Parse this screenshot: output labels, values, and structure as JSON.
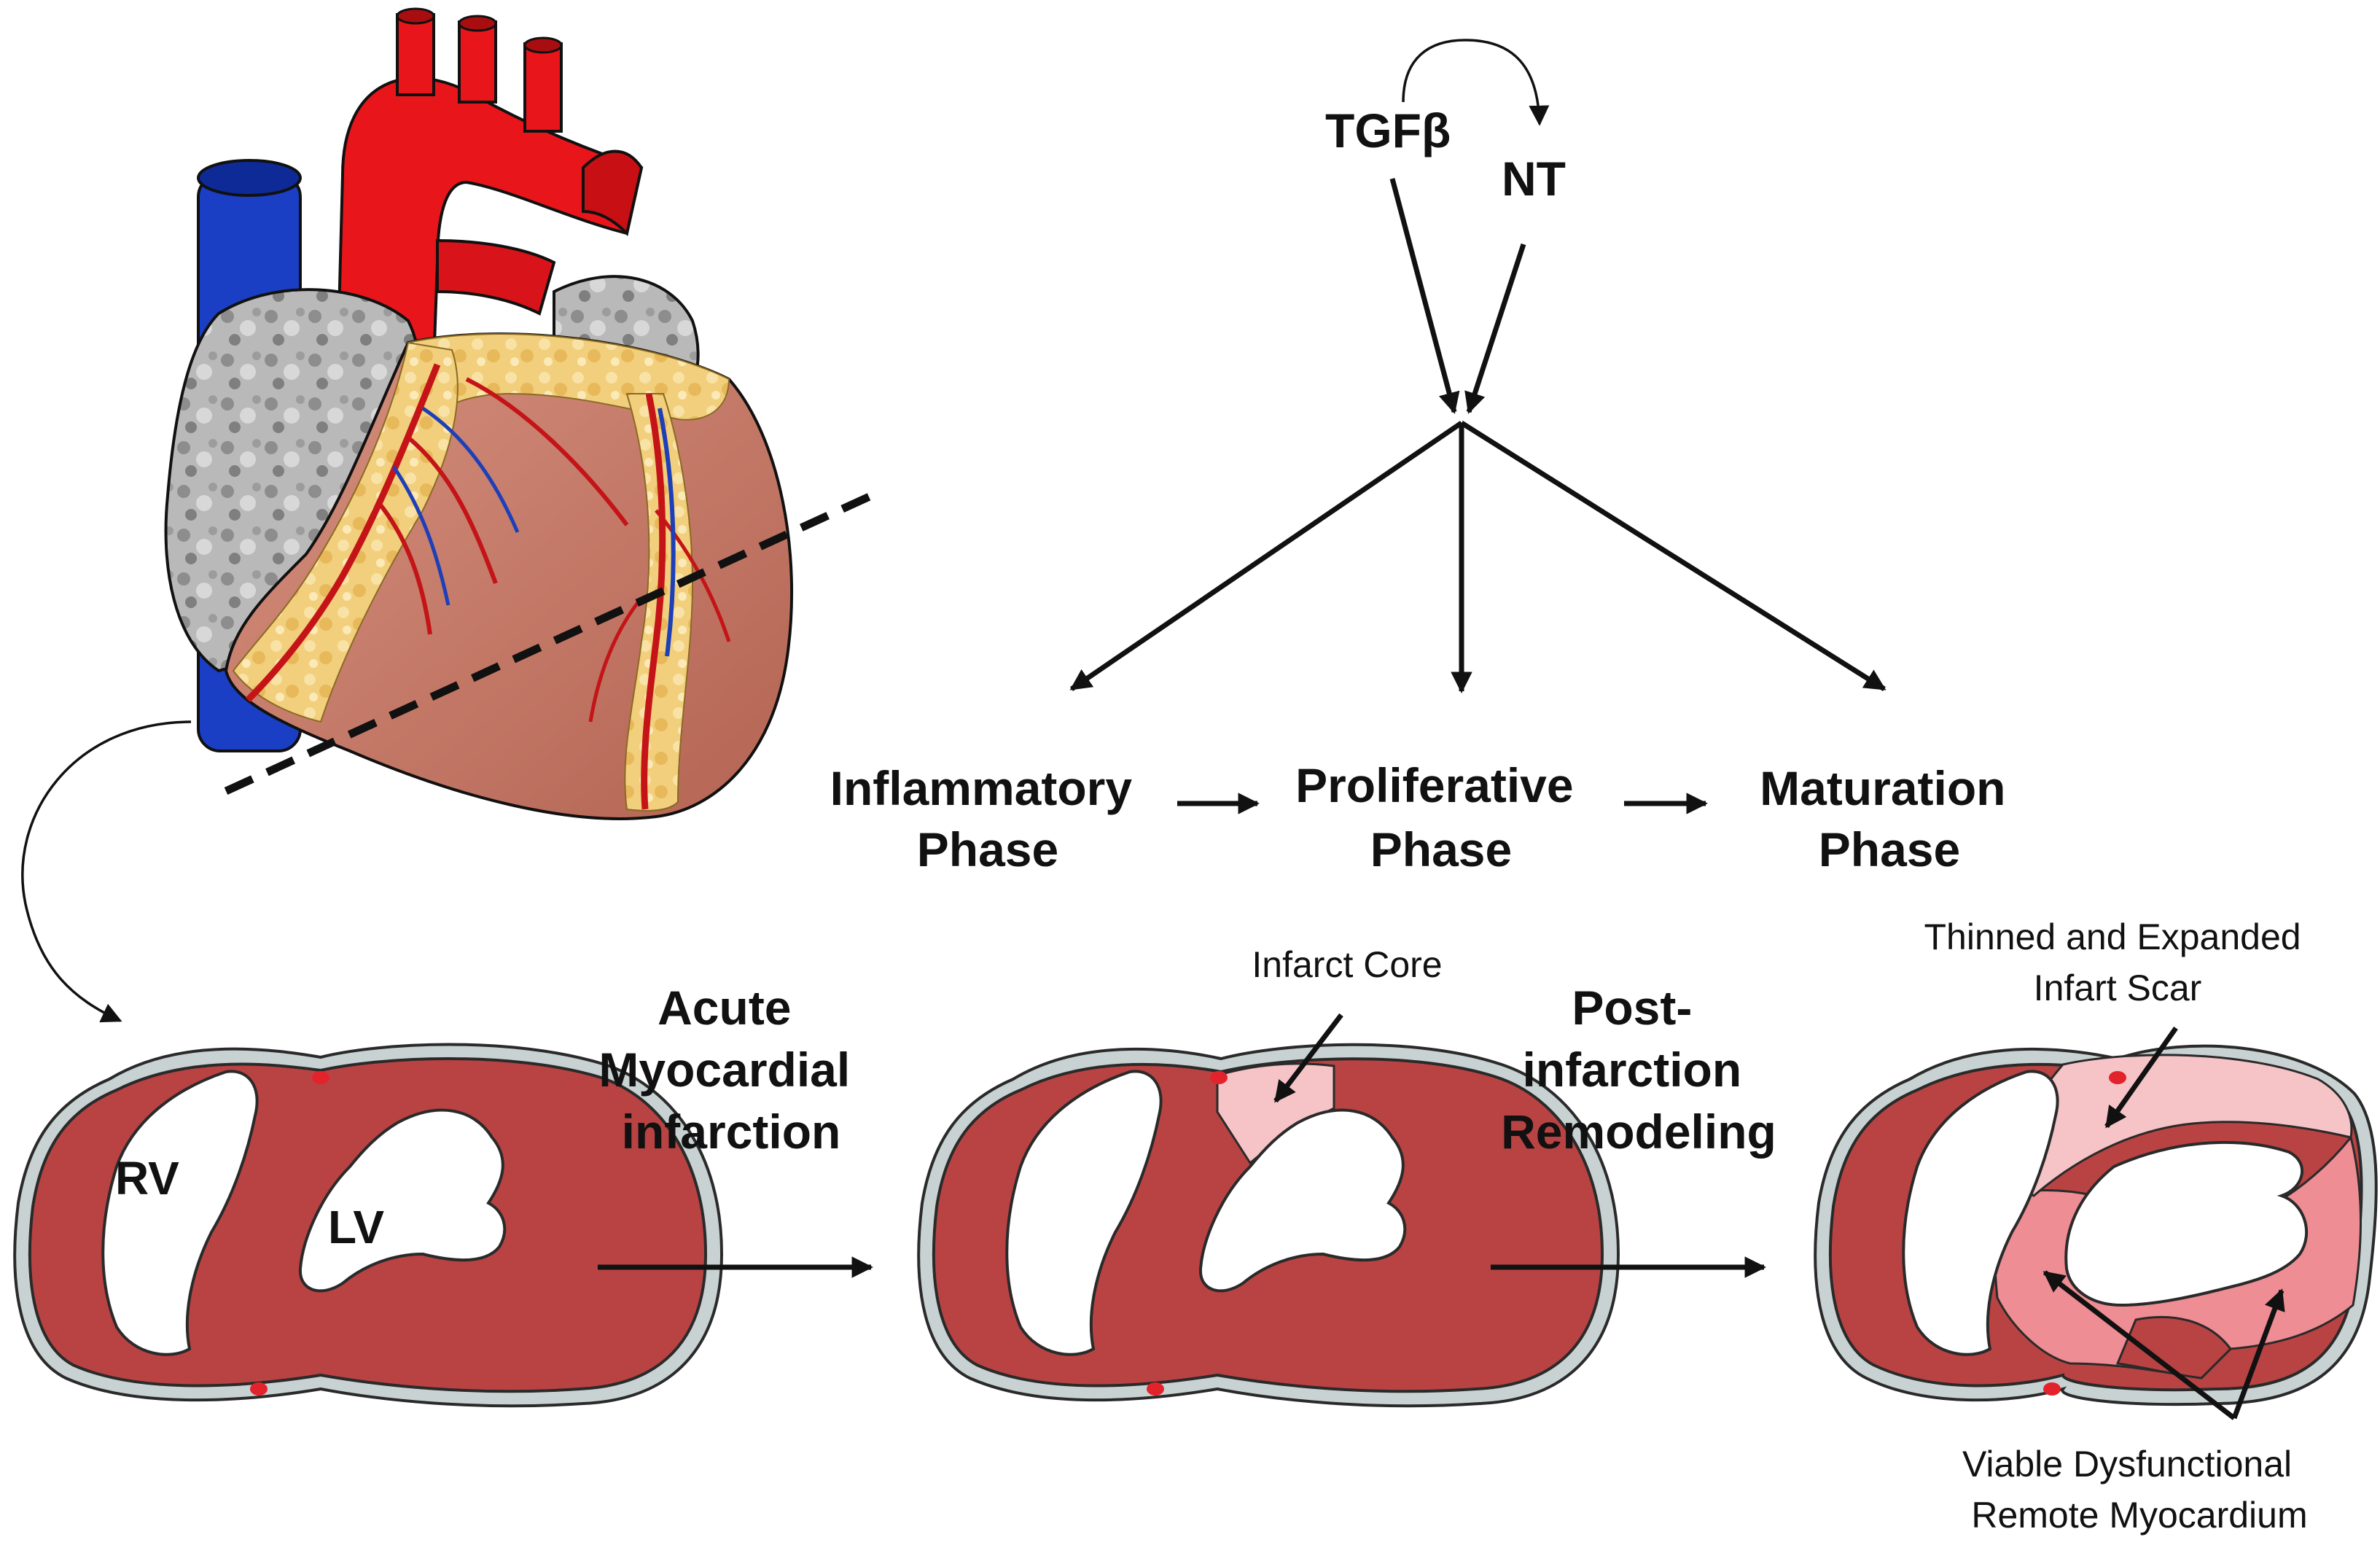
{
  "signals": {
    "tgfb": "TGFβ",
    "nt": "NT"
  },
  "phases": {
    "inflammatory": [
      "Inflammatory",
      "Phase"
    ],
    "proliferative": [
      "Proliferative",
      "Phase"
    ],
    "maturation": [
      "Maturation",
      "Phase"
    ]
  },
  "transitions": {
    "acute": [
      "Acute",
      "Myocardial",
      "infarction"
    ],
    "post": [
      "Post-",
      "infarction",
      "Remodeling"
    ]
  },
  "section_labels": {
    "rv": "RV",
    "lv": "LV"
  },
  "annotations": {
    "infarct_core": "Infarct Core",
    "thinned_scar": [
      "Thinned and Expanded",
      "Infart Scar"
    ],
    "viable_remote": [
      "Viable Dysfunctional",
      "Remote Myocardium"
    ]
  },
  "colors": {
    "aorta": "#e8161b",
    "vena_cava": "#1a3fc4",
    "atria": "#b8b8b8",
    "myocardium": "#b94343",
    "ventricle_surface": "#c47a6c",
    "fat": "#f2cf7c",
    "infarct_core": "#f6c3c6",
    "remote_myocardium": "#ee8d93"
  },
  "icons": {
    "heart": "heart-illustration-icon",
    "cross_section": "heart-cross-section-icon"
  }
}
